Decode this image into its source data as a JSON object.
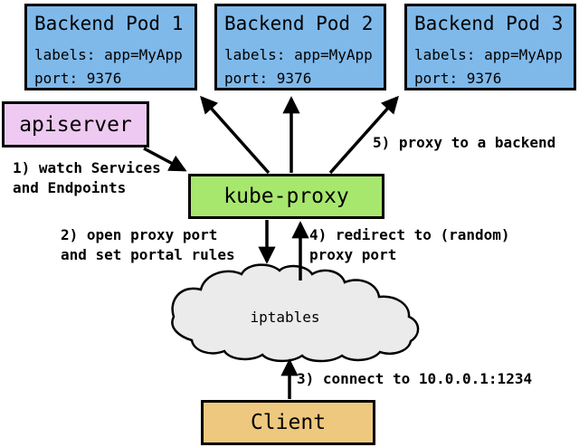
{
  "diagram": {
    "title_hint": "kube-proxy userspace service proxy diagram",
    "pods": [
      {
        "title": "Backend Pod 1",
        "labels": "labels: app=MyApp",
        "port": "port: 9376"
      },
      {
        "title": "Backend Pod 2",
        "labels": "labels: app=MyApp",
        "port": "port: 9376"
      },
      {
        "title": "Backend Pod 3",
        "labels": "labels: app=MyApp",
        "port": "port: 9376"
      }
    ],
    "apiserver": {
      "label": "apiserver"
    },
    "kube_proxy": {
      "label": "kube-proxy"
    },
    "iptables": {
      "label": "iptables"
    },
    "client": {
      "label": "Client"
    },
    "annotations": {
      "step1": "1) watch Services\nand Endpoints",
      "step2": "2) open proxy port\nand set portal rules",
      "step3": "3) connect to 10.0.0.1:1234",
      "step4": "4) redirect to (random)\nproxy port",
      "step5": "5) proxy to a backend"
    },
    "colors": {
      "pod_fill": "#7fb9ea",
      "apiserver_fill": "#eec9f1",
      "kube_proxy_fill": "#a8e76e",
      "client_fill": "#eec87e",
      "cloud_fill": "#ebebeb",
      "line_and_border": "#000000",
      "background": "#ffffff"
    }
  }
}
